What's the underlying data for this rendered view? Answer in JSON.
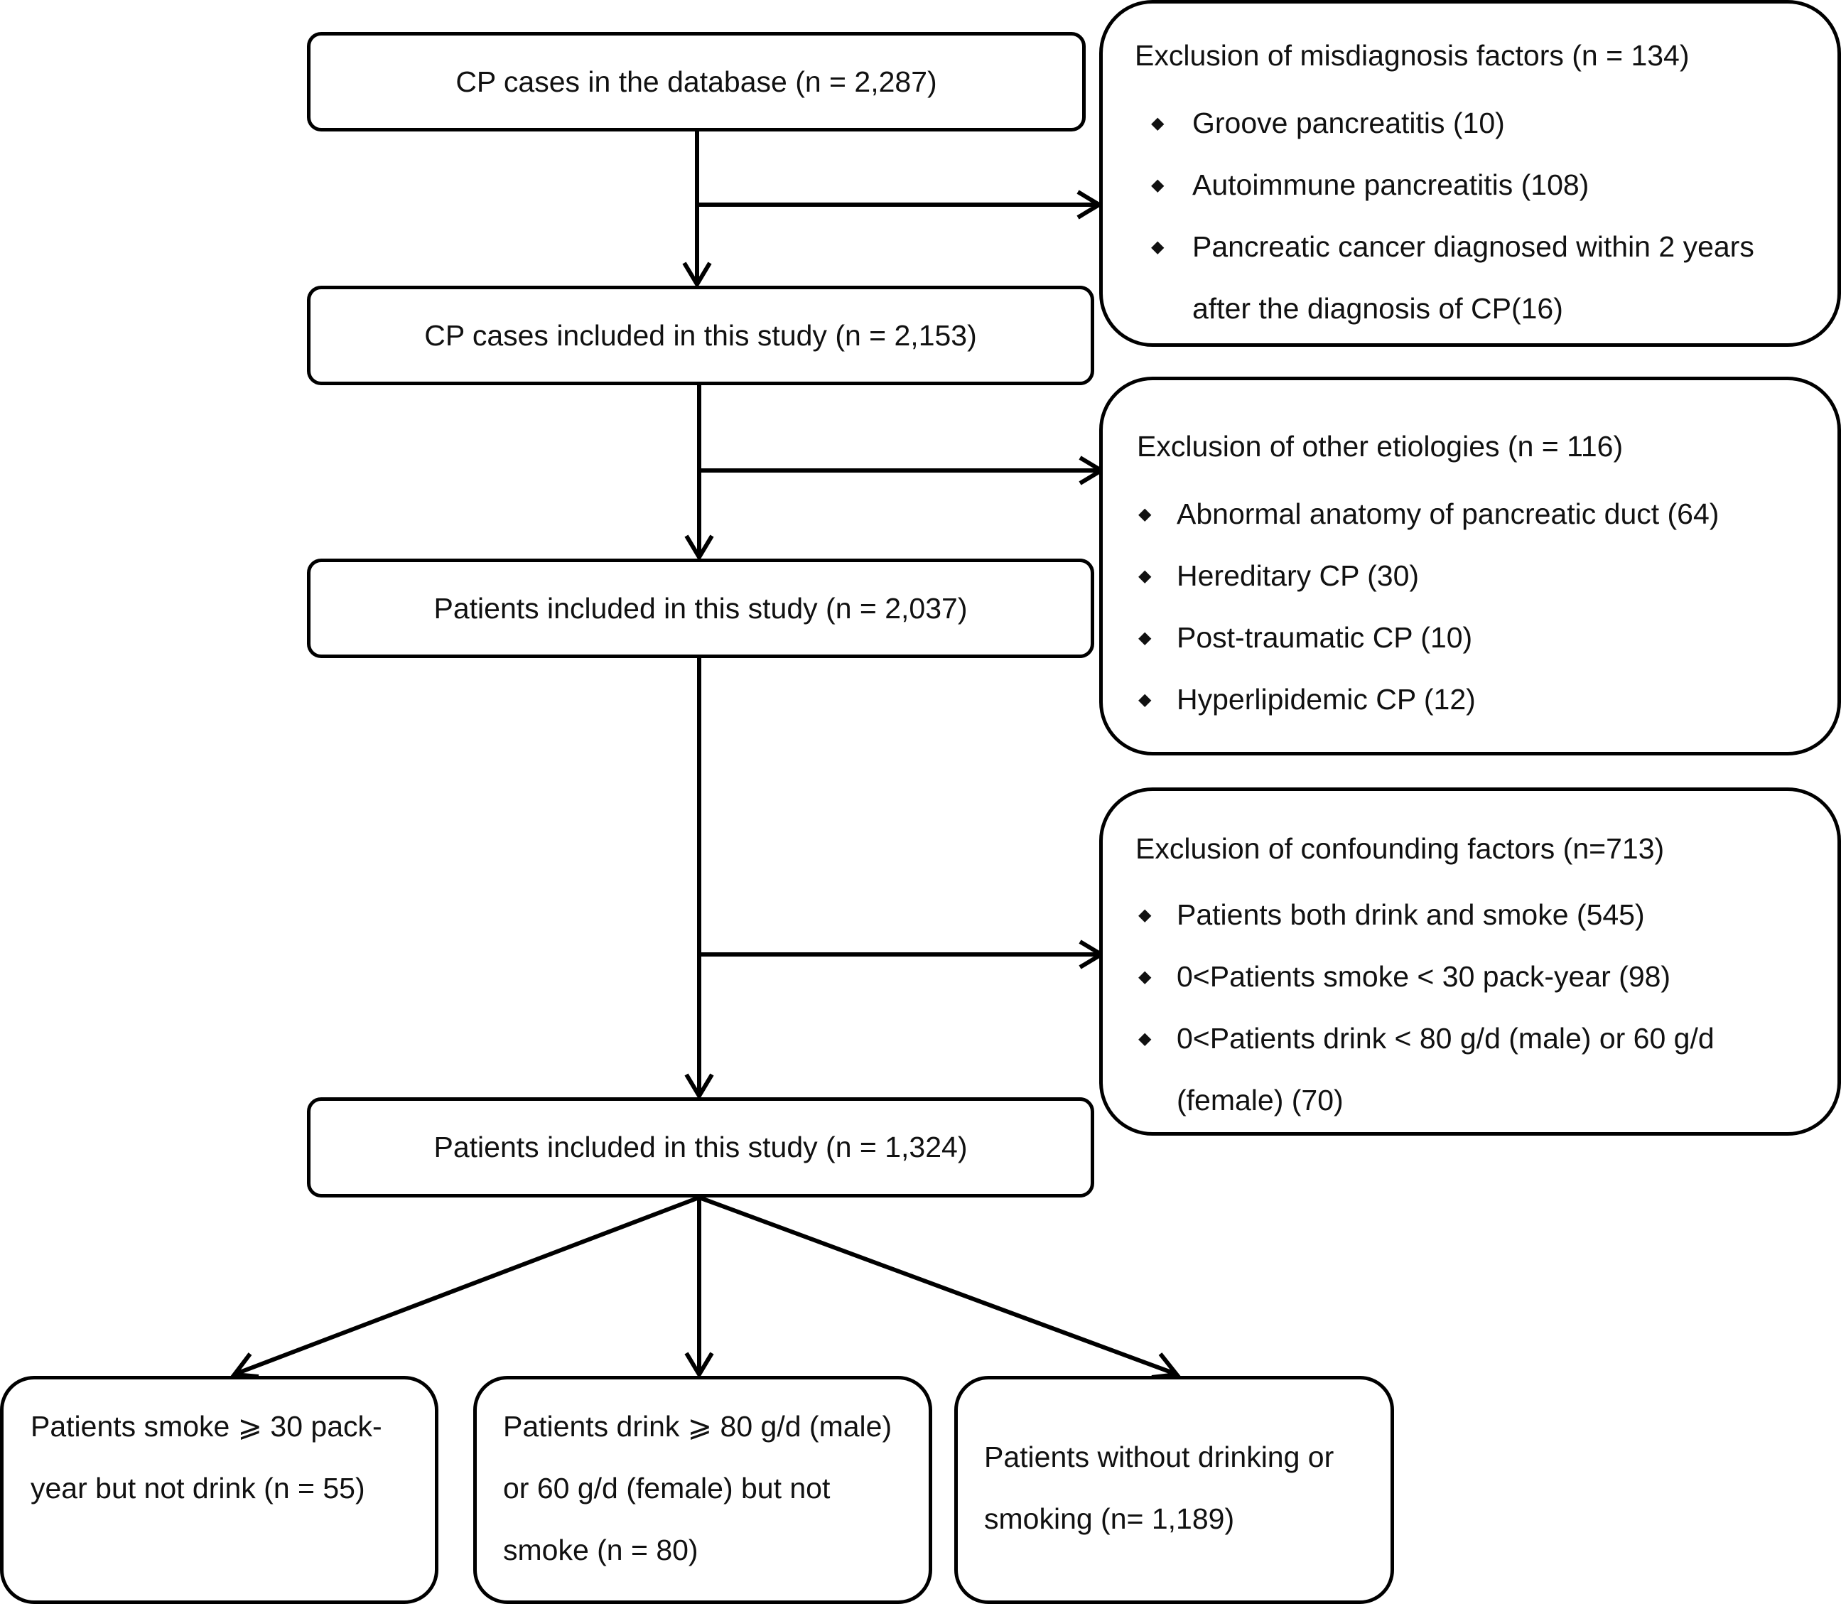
{
  "flow": {
    "box1": "CP cases in the database (n = 2,287)",
    "box2": "CP cases included in this study (n = 2,153)",
    "box3": "Patients included in this study (n = 2,037)",
    "box4": "Patients included in this study (n = 1,324)"
  },
  "exclusions": {
    "misdiagnosis": {
      "title": "Exclusion of misdiagnosis factors (n = 134)",
      "items": [
        "Groove pancreatitis (10)",
        "Autoimmune pancreatitis (108)",
        "Pancreatic cancer diagnosed within 2 years after the diagnosis of CP(16)"
      ]
    },
    "etiologies": {
      "title": "Exclusion of other etiologies (n = 116)",
      "items": [
        "Abnormal anatomy of pancreatic duct (64)",
        "Hereditary CP (30)",
        "Post-traumatic CP (10)",
        "Hyperlipidemic CP (12)"
      ]
    },
    "confounding": {
      "title": "Exclusion of confounding factors (n=713)",
      "items": [
        "Patients both drink and smoke (545)",
        "0<Patients smoke < 30 pack-year (98)",
        "0<Patients drink < 80 g/d (male) or 60 g/d (female) (70)"
      ]
    }
  },
  "outcomes": {
    "smoke": "Patients smoke ⩾ 30 pack-year but not drink (n = 55)",
    "drink": "Patients drink ⩾ 80 g/d (male) or 60 g/d (female) but not smoke (n = 80)",
    "neither": "Patients without drinking or smoking (n= 1,189)"
  },
  "bullet_glyph": "◆"
}
